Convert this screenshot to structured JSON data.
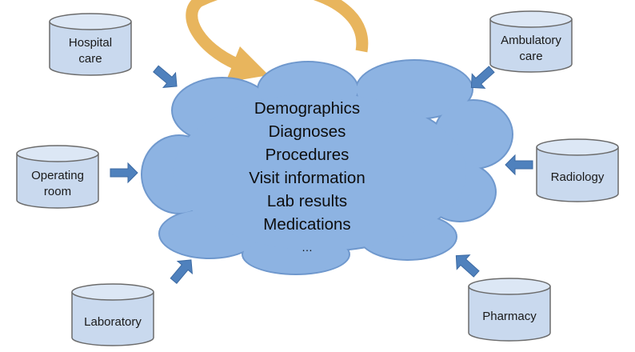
{
  "cloud": {
    "items": [
      "Demographics",
      "Diagnoses",
      "Procedures",
      "Visit information",
      "Lab results",
      "Medications"
    ],
    "more": "…"
  },
  "sources": {
    "hospital_care": [
      "Hospital",
      "care"
    ],
    "ambulatory_care": [
      "Ambulatory",
      "care"
    ],
    "operating_room": [
      "Operating",
      "room"
    ],
    "radiology": [
      "Radiology"
    ],
    "laboratory": [
      "Laboratory"
    ],
    "pharmacy": [
      "Pharmacy"
    ]
  },
  "colors": {
    "cloud_fill": "#8db3e2",
    "cloud_stroke": "#6f98cd",
    "db_fill": "#c9d9ee",
    "db_top": "#dce7f5",
    "db_stroke": "#6b6b6b",
    "arrow_fill": "#4f81bd",
    "loop_arrow": "#e8b55d"
  }
}
